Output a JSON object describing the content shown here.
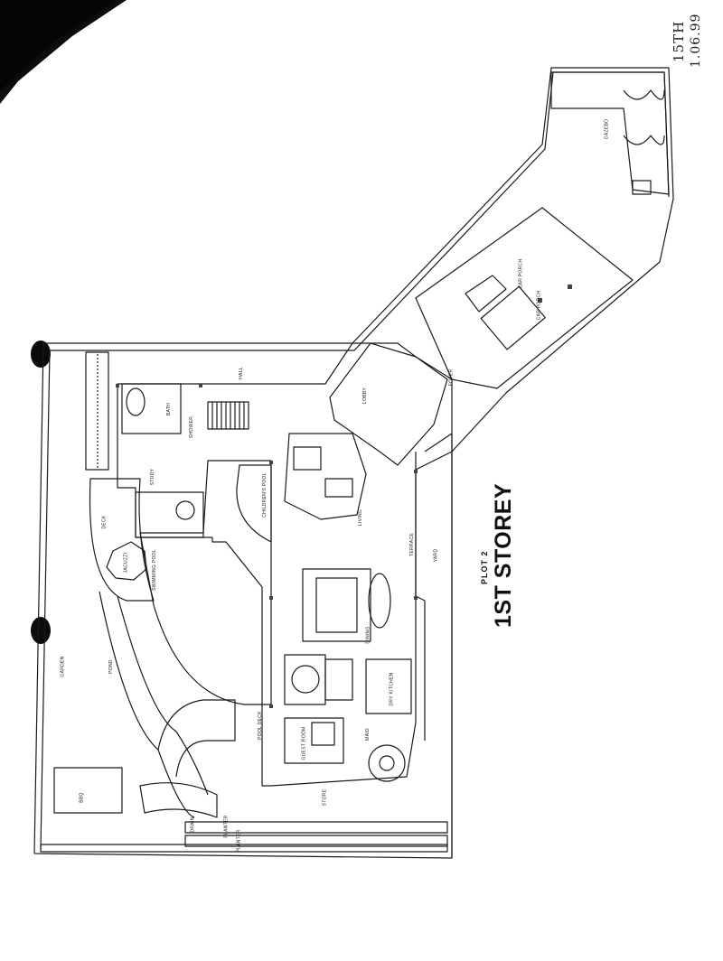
{
  "drawing": {
    "title": "1ST STOREY",
    "plot_label": "PLOT 2",
    "handwritten_note": {
      "line1": "15TH",
      "line2": "1.06.99"
    }
  },
  "room_labels": [
    {
      "key": "garden",
      "text": "GARDEN"
    },
    {
      "key": "pond",
      "text": "POND"
    },
    {
      "key": "deck",
      "text": "DECK"
    },
    {
      "key": "jacuzzi",
      "text": "JACUZZI"
    },
    {
      "key": "swimming_pool",
      "text": "SWIMMING POOL"
    },
    {
      "key": "childrens_pool",
      "text": "CHILDREN'S POOL"
    },
    {
      "key": "pool_deck",
      "text": "POOL DECK"
    },
    {
      "key": "lobby",
      "text": "LOBBY"
    },
    {
      "key": "foyer",
      "text": "FOYER"
    },
    {
      "key": "car_porch_1",
      "text": "CAR PORCH"
    },
    {
      "key": "car_porch_2",
      "text": "CAR PORCH"
    },
    {
      "key": "gazebo",
      "text": "GAZEBO"
    },
    {
      "key": "terrace",
      "text": "TERRACE"
    },
    {
      "key": "yard",
      "text": "YARD"
    },
    {
      "key": "living",
      "text": "LIVING"
    },
    {
      "key": "dining",
      "text": "DINING"
    },
    {
      "key": "guest_room",
      "text": "GUEST ROOM"
    },
    {
      "key": "study",
      "text": "STUDY"
    },
    {
      "key": "planter_1",
      "text": "PLANTER"
    },
    {
      "key": "planter_2",
      "text": "PLANTER"
    },
    {
      "key": "drain",
      "text": "DRAIN"
    },
    {
      "key": "store",
      "text": "STORE"
    },
    {
      "key": "bath",
      "text": "BATH"
    },
    {
      "key": "shower",
      "text": "SHOWER"
    },
    {
      "key": "maid",
      "text": "MAID"
    },
    {
      "key": "dry_kitchen",
      "text": "DRY KITCHEN"
    },
    {
      "key": "bbq",
      "text": "BBQ"
    },
    {
      "key": "hall",
      "text": "HALL"
    }
  ]
}
